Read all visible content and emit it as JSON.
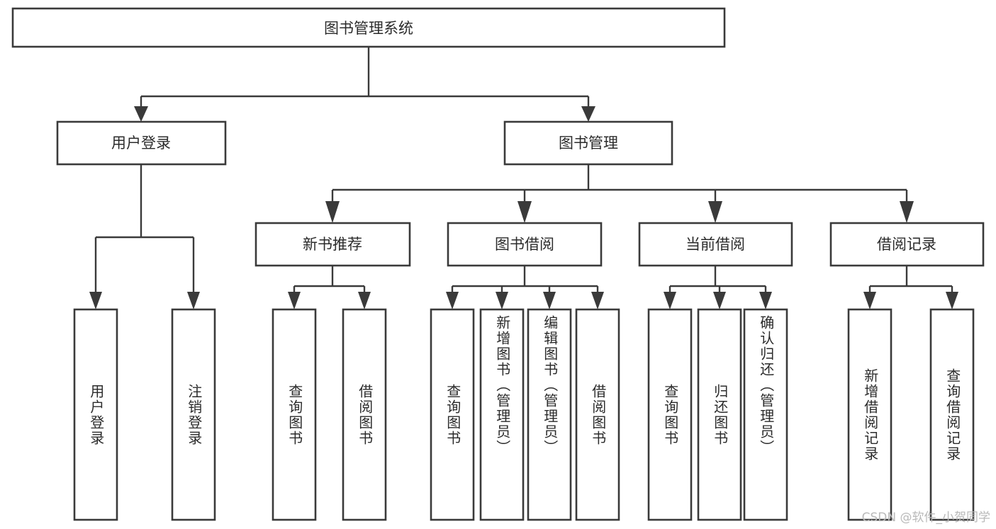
{
  "diagram": {
    "title": "图书管理系统",
    "type": "tree-hierarchy-chart",
    "colors": {
      "box_stroke": "#3a3a3a",
      "box_fill": "#ffffff",
      "text": "#2b2b2b",
      "background": "#ffffff",
      "watermark": "#b9b9b9"
    },
    "root": {
      "label": "图书管理系统"
    },
    "level2": [
      {
        "id": "user-login",
        "label": "用户登录"
      },
      {
        "id": "book-management",
        "label": "图书管理"
      }
    ],
    "level3": [
      {
        "id": "new-book-recommend",
        "label": "新书推荐"
      },
      {
        "id": "book-borrow",
        "label": "图书借阅"
      },
      {
        "id": "current-borrow",
        "label": "当前借阅"
      },
      {
        "id": "borrow-record",
        "label": "借阅记录"
      }
    ],
    "leaves": {
      "user_login": [
        {
          "id": "leaf-user-login",
          "label": "用户登录"
        },
        {
          "id": "leaf-logout-login",
          "label": "注销登录"
        }
      ],
      "new_book_recommend": [
        {
          "id": "leaf-query-book-1",
          "label": "查询图书"
        },
        {
          "id": "leaf-borrow-book-1",
          "label": "借阅图书"
        }
      ],
      "book_borrow": [
        {
          "id": "leaf-query-book-2",
          "label": "查询图书"
        },
        {
          "id": "leaf-add-book",
          "label": "新增图书（管理员）"
        },
        {
          "id": "leaf-edit-book",
          "label": "编辑图书（管理员）"
        },
        {
          "id": "leaf-borrow-book-2",
          "label": "借阅图书"
        }
      ],
      "current_borrow": [
        {
          "id": "leaf-query-book-3",
          "label": "查询图书"
        },
        {
          "id": "leaf-return-book",
          "label": "归还图书"
        },
        {
          "id": "leaf-confirm-return",
          "label": "确认归还（管理员）"
        }
      ],
      "borrow_record": [
        {
          "id": "leaf-add-record",
          "label": "新增借阅记录"
        },
        {
          "id": "leaf-query-record",
          "label": "查询借阅记录"
        }
      ]
    }
  },
  "watermark": {
    "text": "CSDN @软件_小贺同学"
  }
}
